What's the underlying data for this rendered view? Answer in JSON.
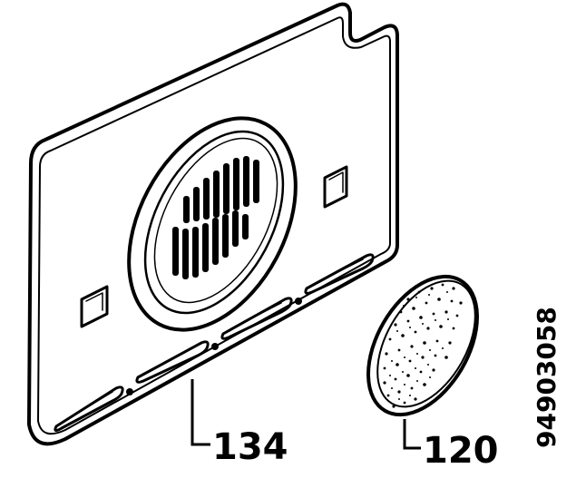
{
  "callouts": {
    "panel": "134",
    "filter": "120"
  },
  "document_number": "94903058",
  "colors": {
    "ink": "#000000",
    "paper": "#ffffff"
  }
}
